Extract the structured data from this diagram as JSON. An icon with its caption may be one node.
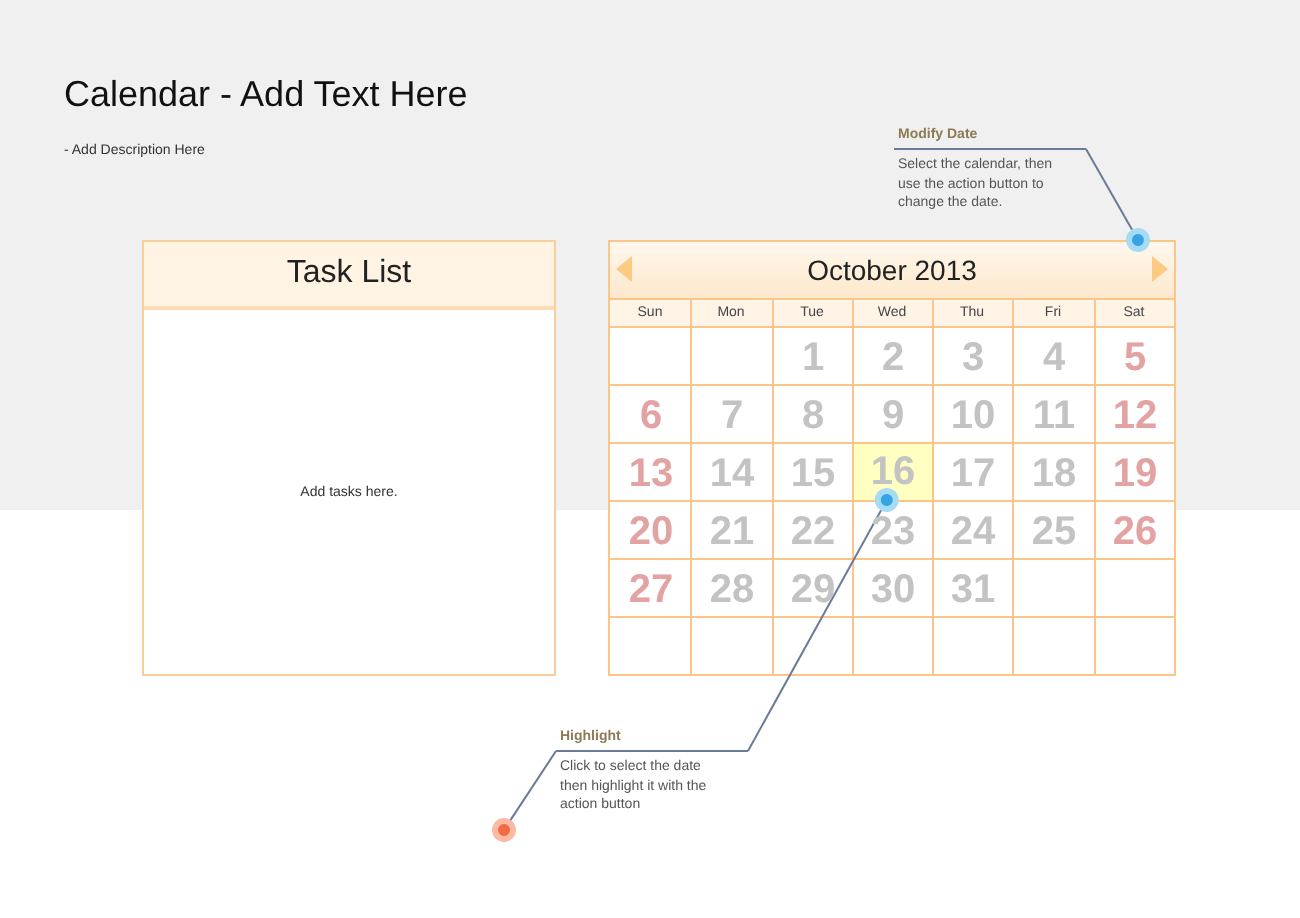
{
  "diagram": {
    "title": "Calendar - Add Text Here",
    "nodes": [
      {
        "text": [
          "Modify Date",
          "Select the calendar, then use the action button to change the date."
        ]
      },
      {
        "text": [
          "Task List",
          "Add tasks here."
        ]
      },
      {
        "text": [
          "October 2013"
        ]
      },
      {
        "text": [
          "16"
        ],
        "in": 2
      },
      {
        "text": [
          "Highlight",
          "Click to select the date then highlight it with the action button"
        ]
      }
    ],
    "edges": [
      {
        "from": 0,
        "to": 2,
        "arrow": "other"
      },
      {
        "from": 4,
        "to": 3,
        "arrow": "other"
      },
      {
        "from": 4,
        "to": null,
        "arrow": "other"
      }
    ],
    "labels": [
      "- Add Description Here",
      "Sun",
      "Mon",
      "Tue",
      "Wed",
      "Thu",
      "Fri",
      "Sat",
      "1",
      "2",
      "3",
      "4",
      "5",
      "6",
      "7",
      "8",
      "9",
      "10",
      "11",
      "12",
      "13",
      "14",
      "15",
      "17",
      "18",
      "19",
      "20",
      "21",
      "22",
      "23",
      "24",
      "25",
      "26",
      "27",
      "28",
      "29",
      "30",
      "31"
    ]
  }
}
